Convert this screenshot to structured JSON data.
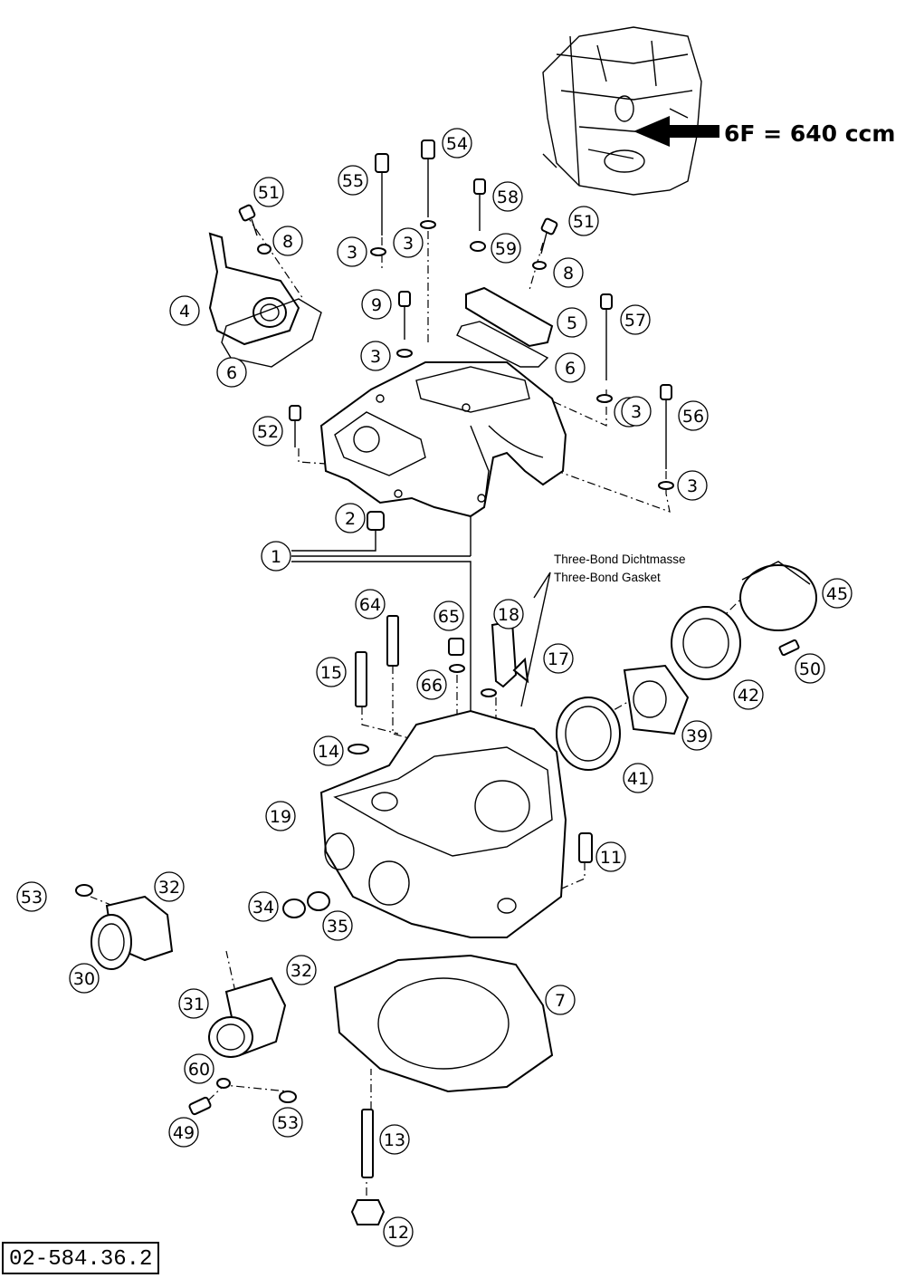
{
  "engine_label": "6F = 640 ccm",
  "sealant_note": [
    "Three-Bond Dichtmasse",
    "Three-Bond Gasket"
  ],
  "drawing_code": "02-584.36.2",
  "callouts": [
    "1",
    "2",
    "3",
    "3",
    "3",
    "3",
    "3",
    "3",
    "4",
    "5",
    "6",
    "6",
    "7",
    "8",
    "8",
    "9",
    "11",
    "12",
    "13",
    "14",
    "15",
    "17",
    "18",
    "19",
    "30",
    "31",
    "32",
    "32",
    "34",
    "35",
    "39",
    "41",
    "42",
    "45",
    "49",
    "50",
    "51",
    "51",
    "52",
    "53",
    "53",
    "54",
    "55",
    "56",
    "57",
    "58",
    "59",
    "60",
    "64",
    "65",
    "66"
  ]
}
